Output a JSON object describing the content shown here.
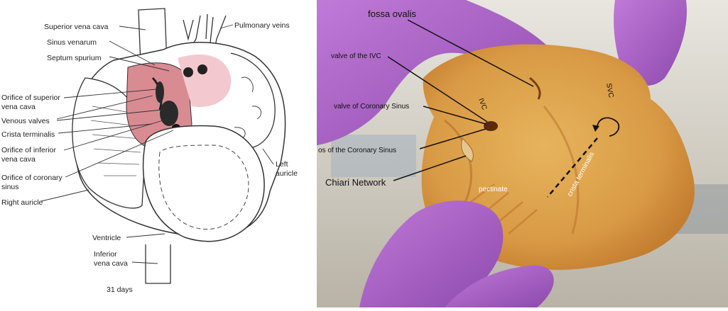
{
  "embryo_diagram": {
    "labels": {
      "superior_vena_cava": "Superior vena cava",
      "sinus_venarum": "Sinus venarum",
      "septum_spurium": "Septum spurium",
      "orifice_svc_line1": "Orifice of superior",
      "orifice_svc_line2": "vena cava",
      "venous_valves": "Venous valves",
      "crista_terminalis": "Crista terminalis",
      "orifice_ivc_line1": "Orifice of inferior",
      "orifice_ivc_line2": "vena cava",
      "orifice_cs_line1": "Orifice of coronary",
      "orifice_cs_line2": "sinus",
      "right_auricle": "Right auricle",
      "pulmonary_veins": "Pulmonary veins",
      "left_auricle_line1": "Left",
      "left_auricle_line2": "auricle",
      "ventricle": "Ventricle",
      "ivc_line1": "Inferior",
      "ivc_line2": "vena cava",
      "age": "31 days"
    },
    "colors": {
      "sinus_region": "#d98b92",
      "left_atrium_tint": "#f3c9cf",
      "outline": "#333333"
    }
  },
  "specimen_photo": {
    "labels": {
      "fossa_ovalis": "fossa ovalis",
      "valve_ivc": "valve of the IVC",
      "valve_cs": "valve of Coronary Sinus",
      "os_cs": "os of the Coronary Sinus",
      "chiari": "Chiari Network",
      "ivc": "IVC",
      "svc": "SVC",
      "pectinate": "pectinate",
      "crista": "crista terminalis"
    },
    "colors": {
      "glove": "#a65fc4",
      "tissue": "#e0a850",
      "tissue_dark": "#c9762a",
      "background": "#c9c6bd"
    }
  }
}
